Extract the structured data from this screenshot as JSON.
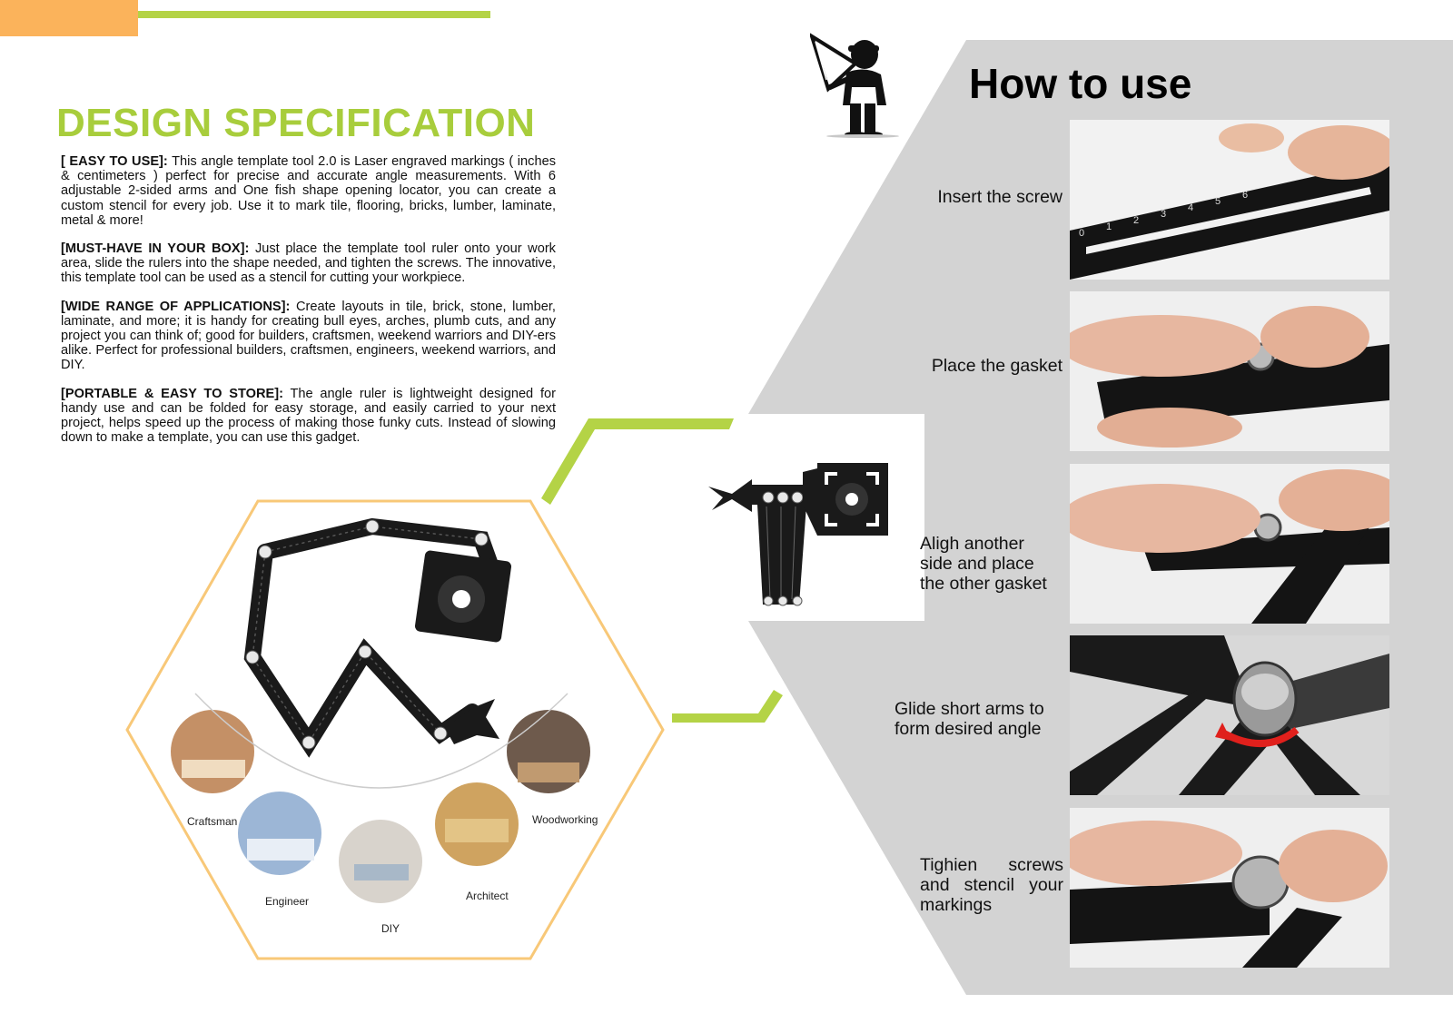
{
  "design": {
    "title": "DESIGN SPECIFICATION",
    "sections": [
      {
        "heading": "[ EASY TO USE]:",
        "text": " This angle template tool 2.0 is Laser engraved markings ( inches & centimeters ) perfect for precise and accurate angle measurements. With 6 adjustable 2-sided arms and One fish shape opening locator, you can create a custom stencil for every job. Use it to mark tile, flooring, bricks, lumber, laminate, metal & more!"
      },
      {
        "heading": "[MUST-HAVE IN YOUR BOX]:",
        "text": " Just place the template tool ruler onto your work area, slide the rulers into the shape needed, and tighten the screws. The innovative, this template tool can be used as a stencil for cutting your workpiece."
      },
      {
        "heading": "[WIDE RANGE OF APPLICATIONS]:",
        "text": " Create layouts in tile, brick, stone, lumber, laminate, and more; it is handy for creating bull eyes, arches, plumb cuts, and any project you can think of; good for builders, craftsmen, weekend warriors and DIY-ers alike. Perfect for professional builders, craftsmen, engineers, weekend warriors, and DIY."
      },
      {
        "heading": "[PORTABLE & EASY TO STORE]:",
        "text": " The angle ruler is lightweight designed for handy use and can be folded for easy storage, and easily carried to your next project, helps speed up the process of making those funky cuts. Instead of slowing down to make a template, you can use this gadget."
      }
    ]
  },
  "applications": [
    "Craftsman",
    "Engineer",
    "DIY",
    "Architect",
    "Woodworking"
  ],
  "how_to_use": {
    "title": "How to use",
    "steps": [
      "Insert the screw",
      "Place the gasket",
      "Aligh  another side and place the other gasket",
      "Glide short arms to form desired angle",
      "Tighien  screws and stencil your markings"
    ]
  },
  "ruler_marks": [
    "0",
    "1",
    "2",
    "3",
    "4",
    "5",
    "6"
  ],
  "colors": {
    "accent_green": "#b4d346",
    "title_green": "#a8cd3c",
    "orange": "#fbb35b",
    "hexagon_outline": "#f8c878",
    "gray_panel": "#d3d3d3",
    "arrow_red": "#e0201c"
  },
  "icons": {
    "mascot": "construction-worker-silhouette-icon",
    "tool": "angle-ruler-tool-icon"
  }
}
